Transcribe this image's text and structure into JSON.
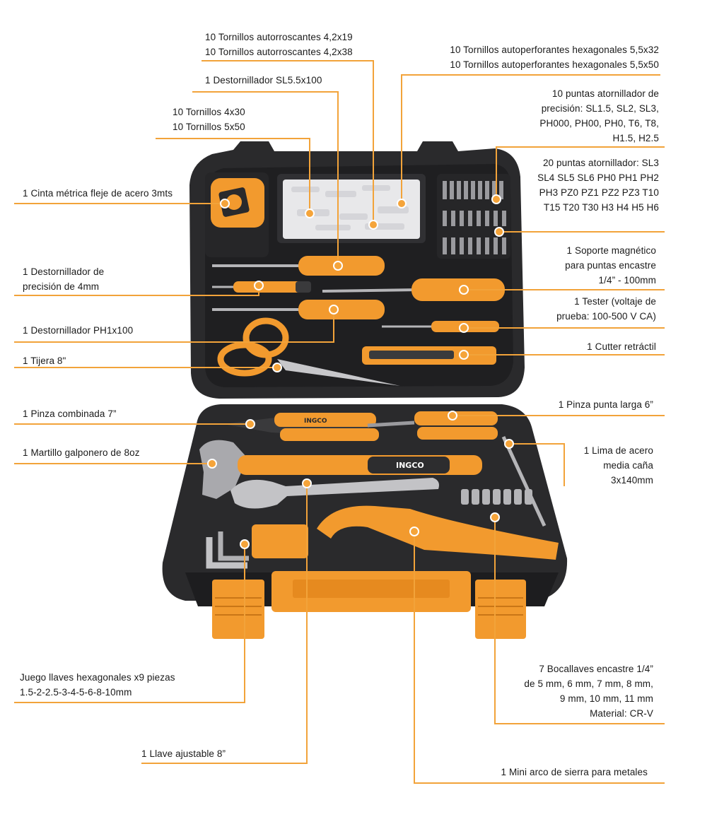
{
  "colors": {
    "orange": "#f29a2e",
    "leader": "#f2a33a",
    "case_dark": "#2b2b2d",
    "case_mid": "#3a3a3c",
    "text": "#1a1a1a"
  },
  "brand": "INGCO",
  "labels": {
    "tornillos_autorroscantes": [
      "10 Tornillos autorroscantes 4,2x19",
      "10 Tornillos autorroscantes 4,2x38"
    ],
    "destornillador_sl": [
      "1 Destornillador SL5.5x100"
    ],
    "tornillos": [
      "10 Tornillos 4x30",
      "10 Tornillos 5x50"
    ],
    "cinta": [
      "1 Cinta métrica fleje de acero 3mts"
    ],
    "dest_precision": [
      "1 Destornillador de",
      "precisión de 4mm"
    ],
    "dest_ph": [
      "1 Destornillador PH1x100"
    ],
    "tijera": [
      "1 Tijera 8\""
    ],
    "pinza_combinada": [
      "1 Pinza combinada 7”"
    ],
    "martillo": [
      "1 Martillo galponero de 8oz"
    ],
    "llaves_hex": [
      "Juego llaves hexagonales x9 piezas",
      "1.5-2-2.5-3-4-5-6-8-10mm"
    ],
    "llave_ajustable": [
      "1 Llave ajustable 8”"
    ],
    "tornillos_hex": [
      "10 Tornillos autoperforantes hexagonales 5,5x32",
      "10 Tornillos autoperforantes hexagonales 5,5x50"
    ],
    "puntas_precision": [
      "10 puntas atornillador de",
      "precisión: SL1.5, SL2, SL3,",
      "PH000, PH00, PH0, T6, T8,",
      "H1.5, H2.5"
    ],
    "puntas": [
      "20 puntas atornillador: SL3",
      "SL4 SL5 SL6 PH0 PH1 PH2",
      "PH3 PZ0 PZ1 PZ2 PZ3 T10",
      "T15 T20 T30 H3 H4 H5 H6"
    ],
    "soporte": [
      "1 Soporte magnético",
      "para puntas encastre",
      "1/4” - 100mm"
    ],
    "tester": [
      "1 Tester (voltaje de",
      "prueba: 100-500 V CA)"
    ],
    "cutter": [
      "1 Cutter retráctil"
    ],
    "pinza_larga": [
      "1 Pinza punta larga 6”"
    ],
    "lima": [
      "1 Lima de acero",
      "media caña",
      "3x140mm"
    ],
    "bocallaves": [
      "7 Bocallaves encastre 1/4”",
      "de 5 mm, 6 mm, 7 mm, 8 mm,",
      "9 mm, 10 mm, 11 mm",
      "Material: CR-V"
    ],
    "sierra": [
      "1 Mini arco de sierra para metales"
    ]
  }
}
